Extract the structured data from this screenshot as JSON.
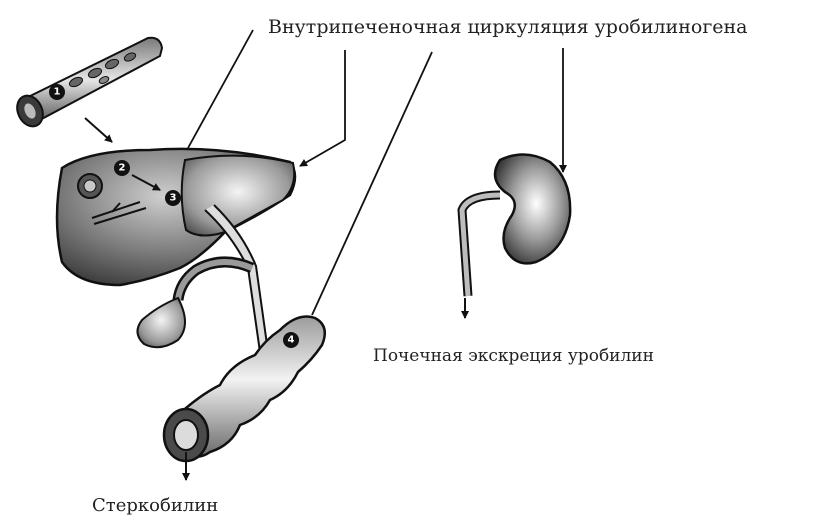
{
  "labels": {
    "intrahepatic_circulation": "Внутрипеченочная циркуляция уробилиногена",
    "renal_excretion": "Почечная экскреция уробилин",
    "stercobilin": "Стеркобилин"
  },
  "markers": [
    "1",
    "2",
    "3",
    "4"
  ],
  "colors": {
    "organ_dark": "#5a5a5a",
    "organ_light": "#d8d8d8",
    "outline": "#111111",
    "background": "#ffffff"
  }
}
